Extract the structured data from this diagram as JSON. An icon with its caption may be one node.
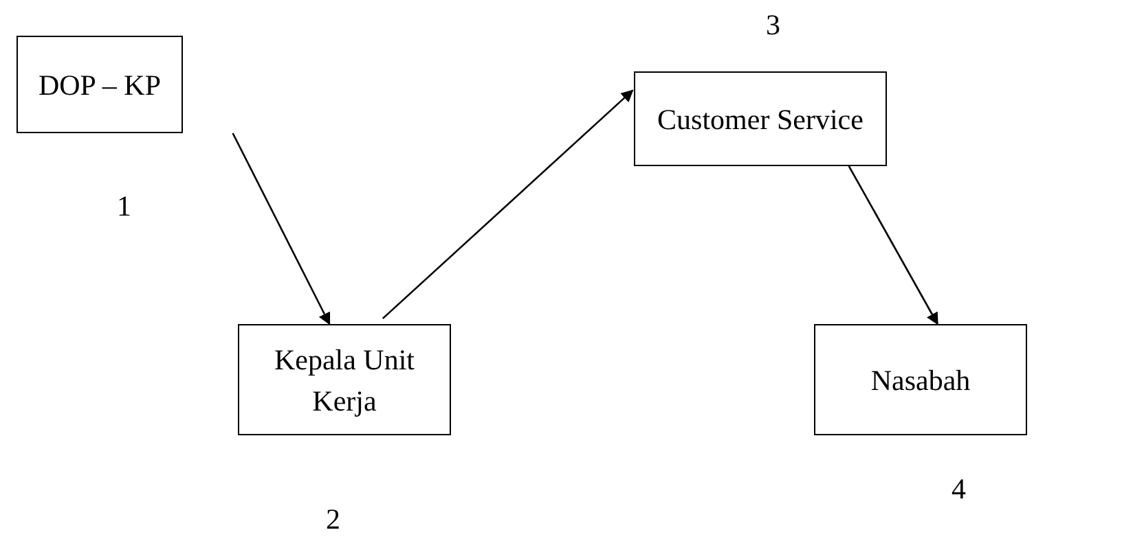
{
  "diagram": {
    "nodes": [
      {
        "text": [
          "DOP – KP"
        ],
        "beside": [
          "1"
        ]
      },
      {
        "text": [
          "Kepala Unit Kerja"
        ],
        "beside": [
          "2"
        ]
      },
      {
        "text": [
          "Customer Service"
        ],
        "beside": [
          "3"
        ]
      },
      {
        "text": [
          "Nasabah"
        ],
        "beside": [
          "4"
        ]
      }
    ],
    "edges": [
      {
        "from": 0,
        "to": 1,
        "arrow": "to"
      },
      {
        "from": 1,
        "to": 2,
        "arrow": "to"
      },
      {
        "from": 2,
        "to": 3,
        "arrow": "to"
      }
    ]
  }
}
